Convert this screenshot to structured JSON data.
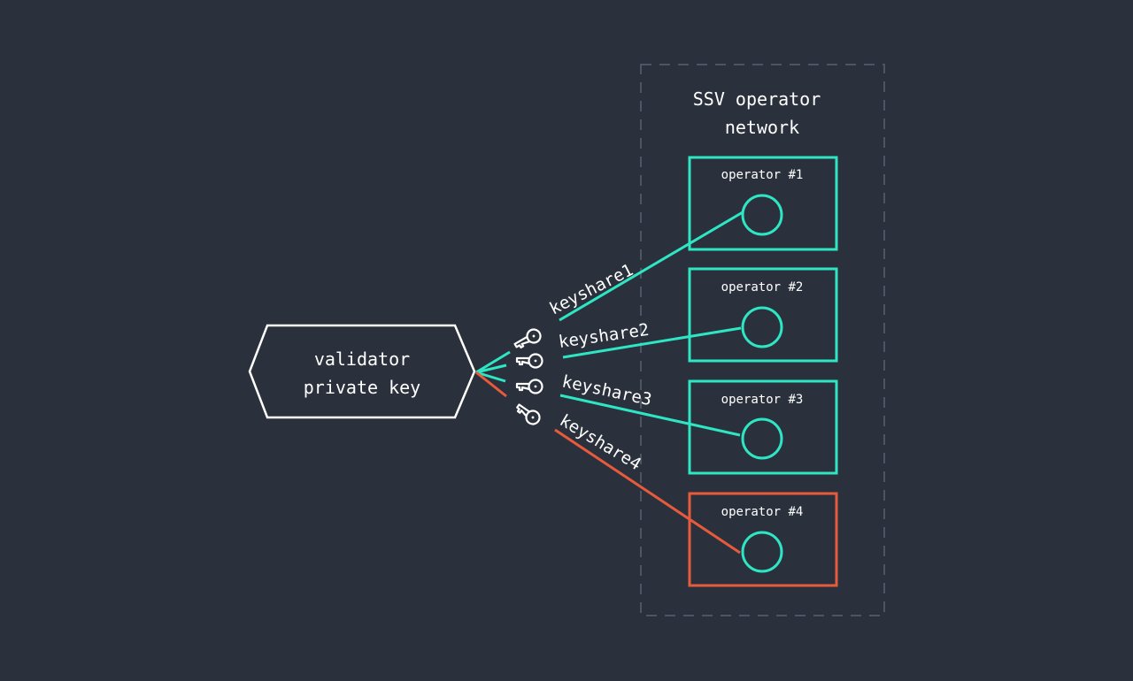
{
  "validator": {
    "line1": "validator",
    "line2": "private key"
  },
  "network": {
    "title_line1": "SSV operator",
    "title_line2": "network"
  },
  "operators": [
    {
      "label": "operator #1",
      "status": "ok"
    },
    {
      "label": "operator #2",
      "status": "ok"
    },
    {
      "label": "operator #3",
      "status": "ok"
    },
    {
      "label": "operator #4",
      "status": "faulty"
    }
  ],
  "keyshares": [
    {
      "label": "keyshare1",
      "status": "ok"
    },
    {
      "label": "keyshare2",
      "status": "ok"
    },
    {
      "label": "keyshare3",
      "status": "ok"
    },
    {
      "label": "keyshare4",
      "status": "faulty"
    }
  ],
  "colors": {
    "background": "#2a313c",
    "ok": "#2ee6c4",
    "faulty": "#e85a3c",
    "text": "#ffffff",
    "dashed_border": "#4b5563"
  }
}
